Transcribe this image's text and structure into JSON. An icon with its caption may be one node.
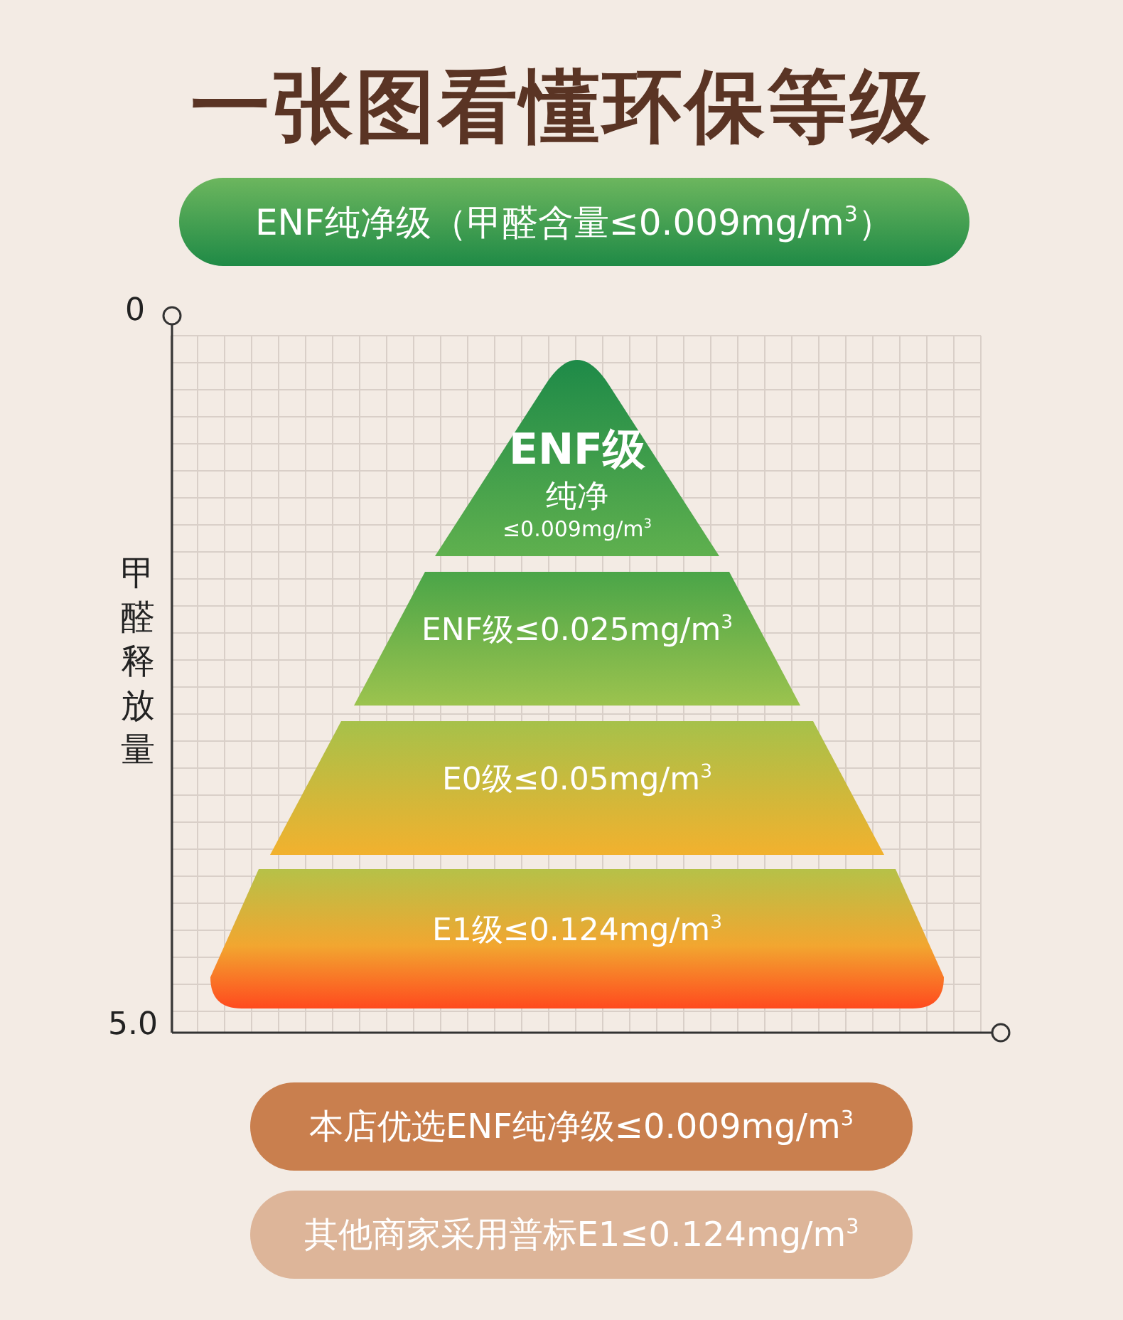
{
  "diagram": {
    "title": "一张图看懂环保等级",
    "nodes": [
      {
        "text": [
          "ENF纯净级（甲醛含量≤0.009mg/m$^{3}$）"
        ]
      },
      {
        "text": [
          "ENF级",
          "纯净",
          "≤0.009mg/m$^{3}$"
        ]
      },
      {
        "text": [
          "ENF级≤0.025mg/m$^{3}$"
        ]
      },
      {
        "text": [
          "E0级≤0.05mg/m$^{3}$"
        ]
      },
      {
        "text": [
          "E1级≤0.124mg/m$^{3}$"
        ]
      },
      {
        "text": [
          "本店优选ENF纯净级≤0.009mg/m$^{3}$"
        ]
      },
      {
        "text": [
          "其他商家采用普标E1≤0.124mg/m$^{3}$"
        ]
      }
    ],
    "edges": [],
    "labels": [
      "0",
      "甲醛释放量",
      "5.0"
    ]
  }
}
